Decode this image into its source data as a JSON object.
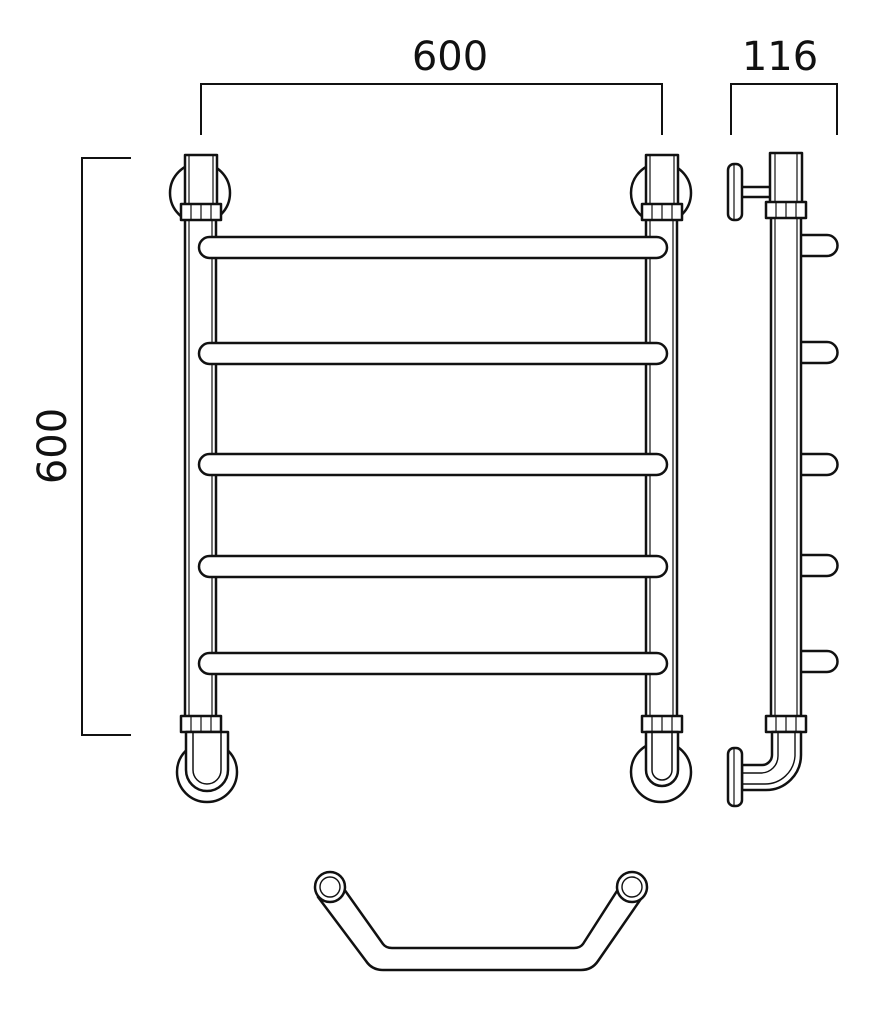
{
  "dimensions": {
    "front_width": "600",
    "side_depth": "116",
    "height": "600"
  },
  "colors": {
    "stroke": "#111111",
    "fill": "#ffffff"
  },
  "views": {
    "front": {
      "rung_count": 5
    },
    "side": {
      "rung_count": 5
    },
    "top": {
      "rung_count": 1
    }
  }
}
